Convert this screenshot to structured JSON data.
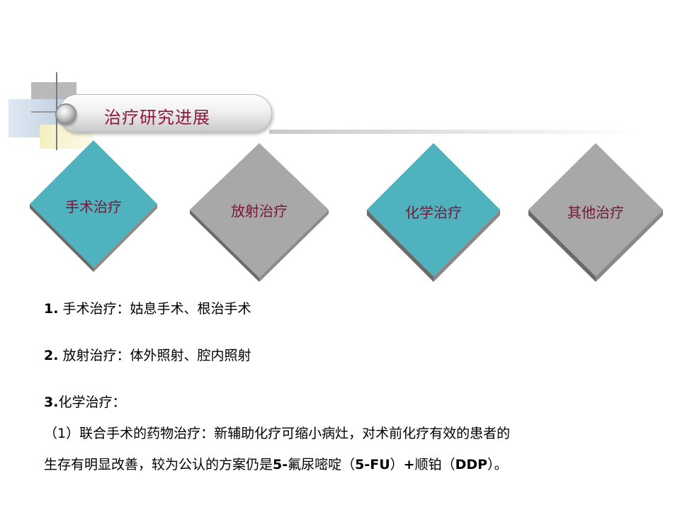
{
  "title": "治疗研究进展",
  "diamonds": [
    {
      "label": "手术治疗",
      "color": "#4fb2bf"
    },
    {
      "label": "放射治疗",
      "color": "#a8a8a8"
    },
    {
      "label": "化学治疗",
      "color": "#4fb2bf"
    },
    {
      "label": "其他治疗",
      "color": "#a8a8a8"
    }
  ],
  "content": {
    "line1_num": "1.",
    "line1_text": " 手术治疗：姑息手术、根治手术",
    "line2_num": "2.",
    "line2_text": " 放射治疗：体外照射、腔内照射",
    "line3_num": "3.",
    "line3_text": "化学治疗：",
    "line4_text": "（1）联合手术的药物治疗：新辅助化疗可缩小病灶，对术前化疗有效的患者的",
    "line5_pre": "生存有明显改善，较为公认的方案仍是",
    "line5_b1": "5-",
    "line5_t2": "氟尿嘧啶（",
    "line5_b2": "5-FU",
    "line5_t3": "）",
    "line5_b3": "+",
    "line5_t4": "顺铂（",
    "line5_b4": "DDP",
    "line5_t5": "）。"
  }
}
